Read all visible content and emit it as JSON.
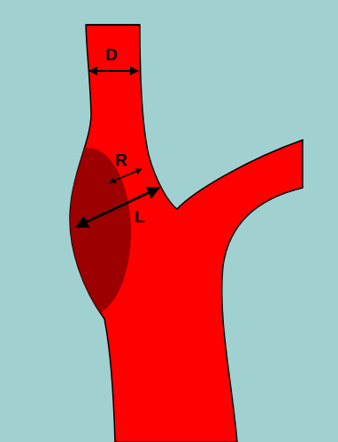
{
  "diagram": {
    "labels": [
      "D",
      "R",
      "L"
    ]
  }
}
